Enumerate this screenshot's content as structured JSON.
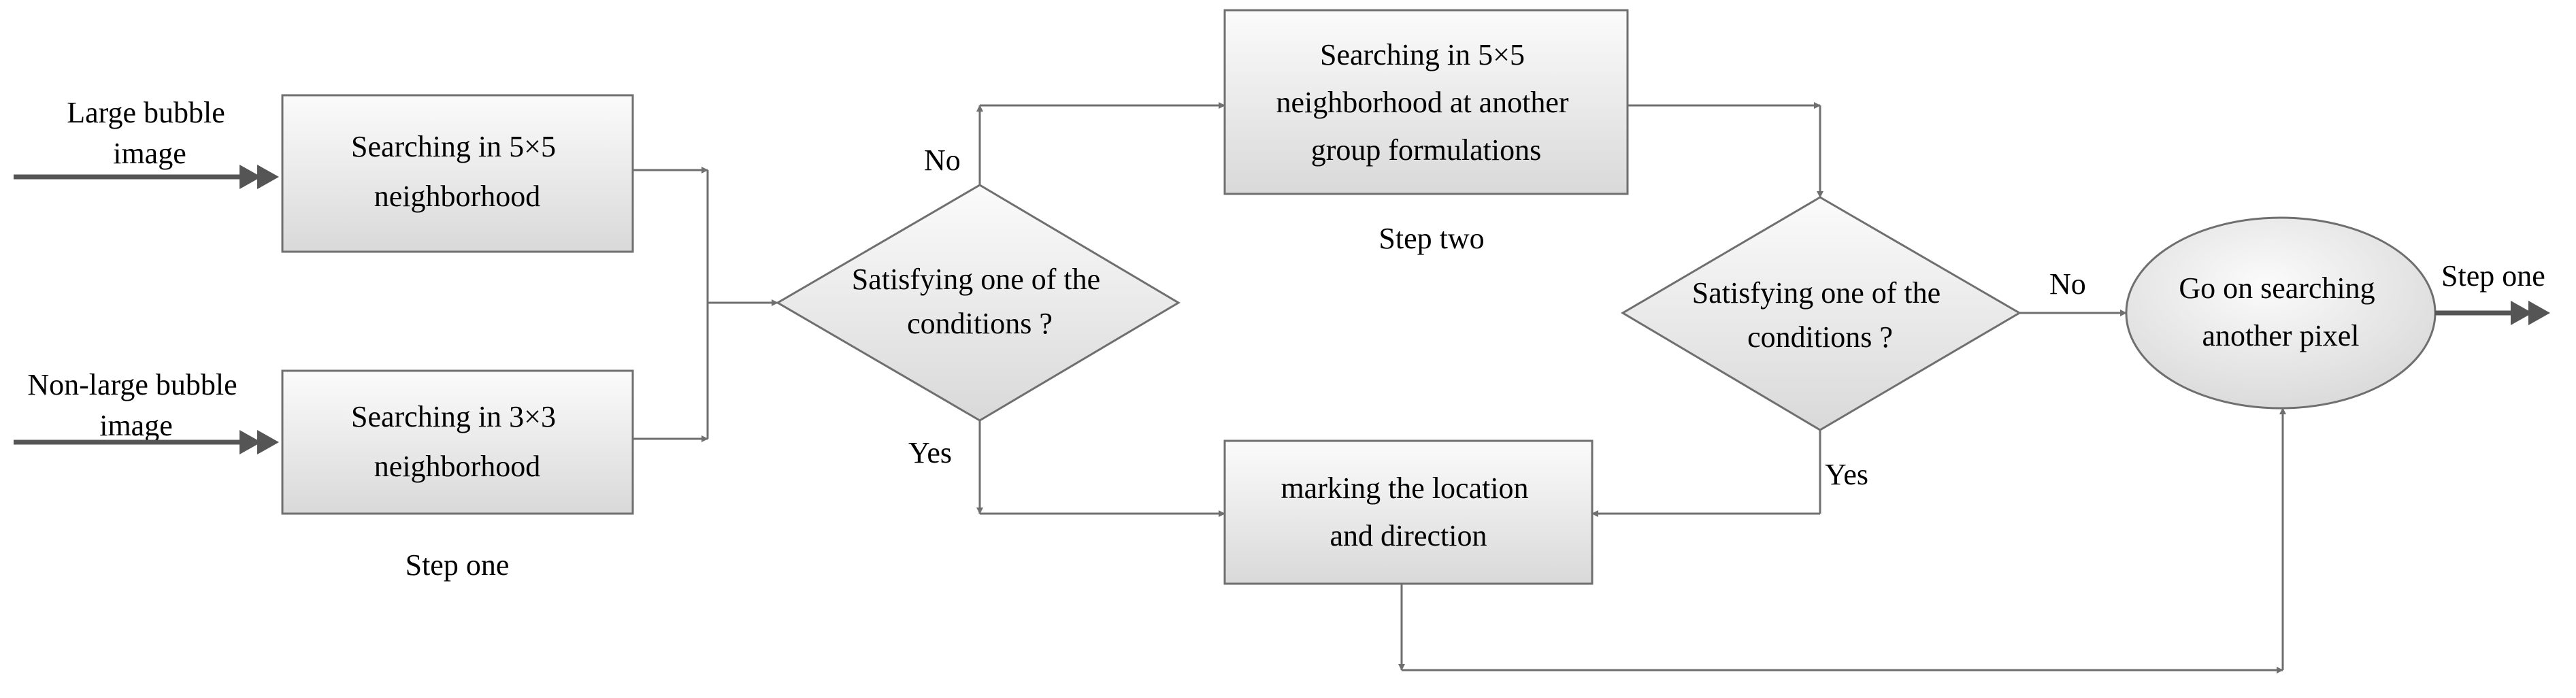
{
  "inputs": {
    "large": [
      "Large bubble",
      "image"
    ],
    "non_large": [
      "Non-large bubble",
      "image"
    ]
  },
  "nodes": {
    "search5x5": [
      "Searching in 5×5",
      "neighborhood"
    ],
    "search3x3": [
      "Searching in 3×3",
      "neighborhood"
    ],
    "decision1": [
      "Satisfying one of the",
      "conditions ?"
    ],
    "search5x5_group": [
      "Searching in 5×5",
      "neighborhood at another",
      "group formulations"
    ],
    "decision2": [
      "Satisfying one of the",
      "conditions ?"
    ],
    "marking": [
      "marking the location",
      "and direction"
    ],
    "go_on": [
      "Go on searching",
      "another pixel"
    ]
  },
  "labels": {
    "step_one": "Step one",
    "step_two": "Step two",
    "no_1": "No",
    "yes_1": "Yes",
    "no_2": "No",
    "yes_2": "Yes",
    "output_step_one": "Step one"
  },
  "colors": {
    "box_fill_top": "#fbfbfb",
    "box_fill_bottom": "#d9d9d9",
    "stroke": "#6f6f6f",
    "input_arrow": "#555555"
  }
}
